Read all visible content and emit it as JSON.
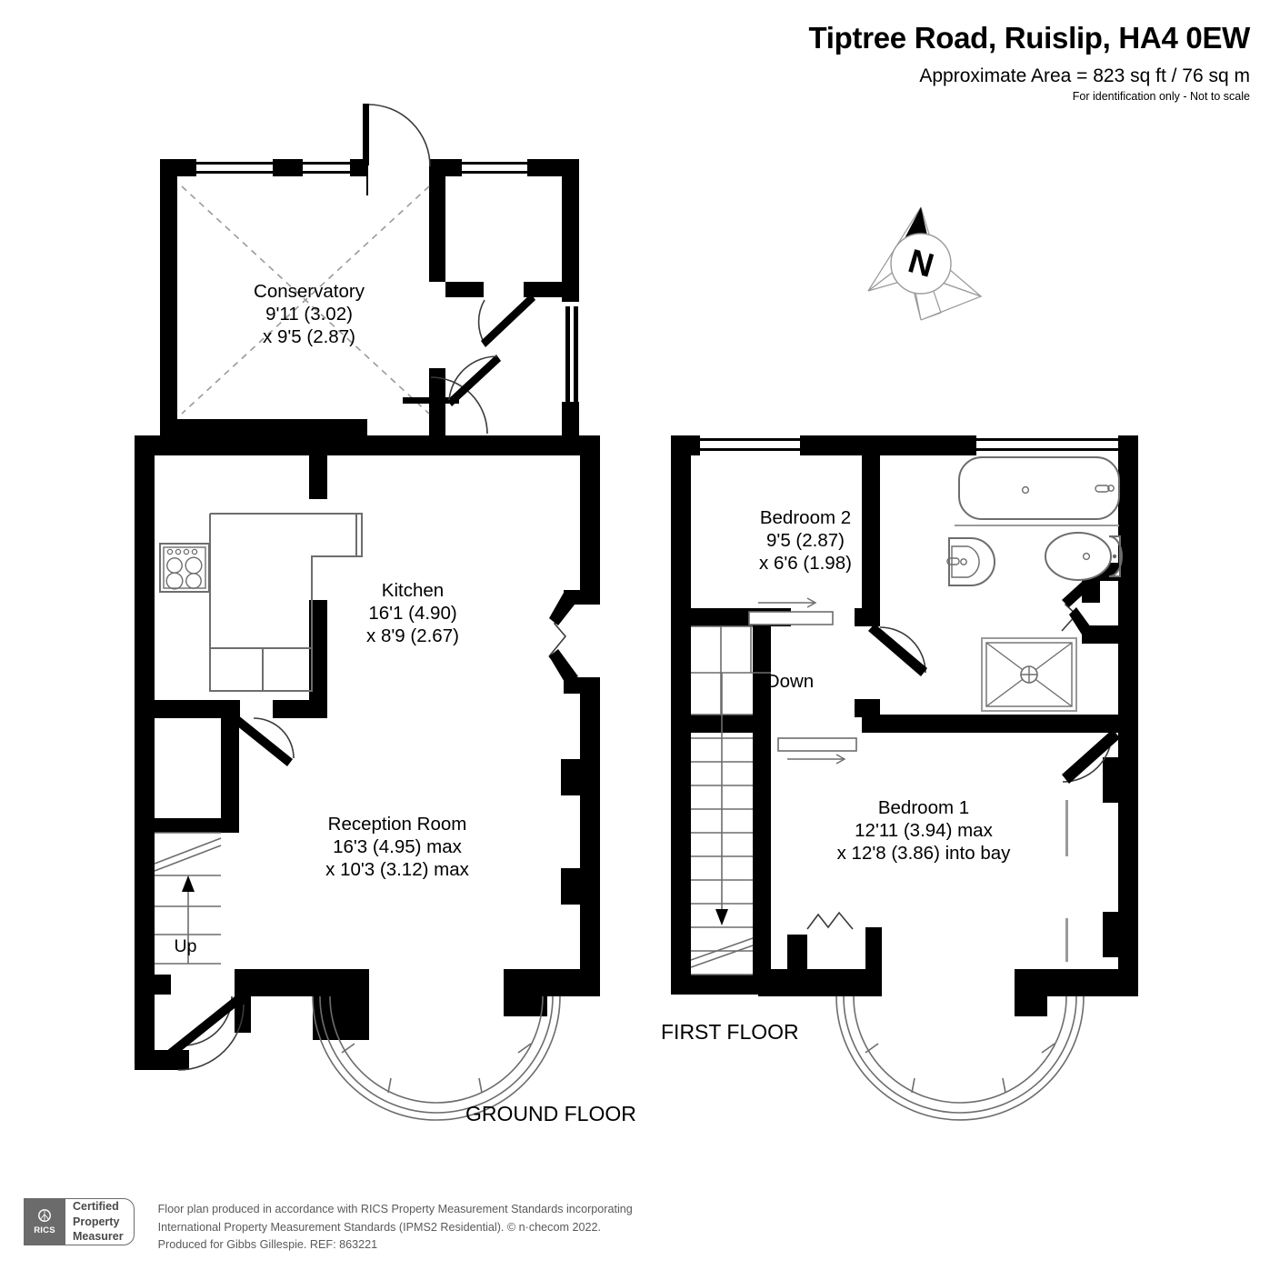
{
  "header": {
    "title": "Tiptree Road, Ruislip, HA4 0EW",
    "area": "Approximate Area = 823 sq ft / 76 sq m",
    "scale_note": "For identification only - Not to scale"
  },
  "compass": {
    "label": "N",
    "name": "north-arrow"
  },
  "floors": [
    {
      "id": "ground",
      "label": "GROUND FLOOR",
      "rooms": [
        {
          "name": "conservatory",
          "label": "Conservatory",
          "dim1": "9'11 (3.02)",
          "dim2": "x 9'5 (2.87)"
        },
        {
          "name": "kitchen",
          "label": "Kitchen",
          "dim1": "16'1 (4.90)",
          "dim2": "x 8'9 (2.67)"
        },
        {
          "name": "reception-room",
          "label": "Reception Room",
          "dim1": "16'3 (4.95) max",
          "dim2": "x 10'3 (3.12) max"
        }
      ],
      "stair_label": "Up"
    },
    {
      "id": "first",
      "label": "FIRST FLOOR",
      "rooms": [
        {
          "name": "bedroom-2",
          "label": "Bedroom 2",
          "dim1": "9'5 (2.87)",
          "dim2": "x 6'6 (1.98)"
        },
        {
          "name": "bedroom-1",
          "label": "Bedroom 1",
          "dim1": "12'11 (3.94) max",
          "dim2": "x 12'8 (3.86) into bay"
        }
      ],
      "stair_label": "Down"
    }
  ],
  "footer": {
    "badge": {
      "mark": "RICS",
      "line1": "Certified",
      "line2": "Property",
      "line3": "Measurer"
    },
    "disclaimer": [
      "Floor plan produced in accordance with RICS Property Measurement Standards incorporating",
      "International Property Measurement Standards (IPMS2 Residential).   © n·checom 2022.",
      "Produced for Gibbs Gillespie.   REF: 863221"
    ]
  },
  "colors": {
    "wall": "#000000",
    "thin_line": "#6d6d6d",
    "background": "#ffffff",
    "badge_gray": "#6b6b6b"
  }
}
